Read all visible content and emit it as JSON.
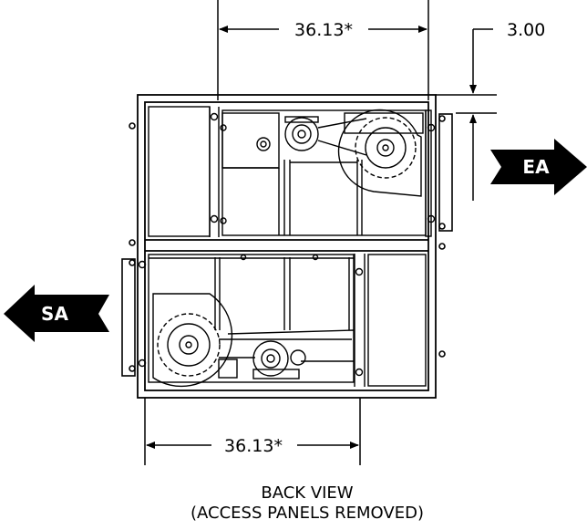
{
  "dimensions": {
    "top_width": "36.13*",
    "bottom_width": "36.13*",
    "offset": "3.00"
  },
  "arrows": {
    "exhaust": "EA",
    "supply": "SA"
  },
  "caption": {
    "line1": "BACK VIEW",
    "line2": "(ACCESS PANELS REMOVED)"
  },
  "colors": {
    "line": "#000000",
    "background": "#ffffff",
    "arrow_fill": "#000000",
    "arrow_text": "#ffffff"
  }
}
